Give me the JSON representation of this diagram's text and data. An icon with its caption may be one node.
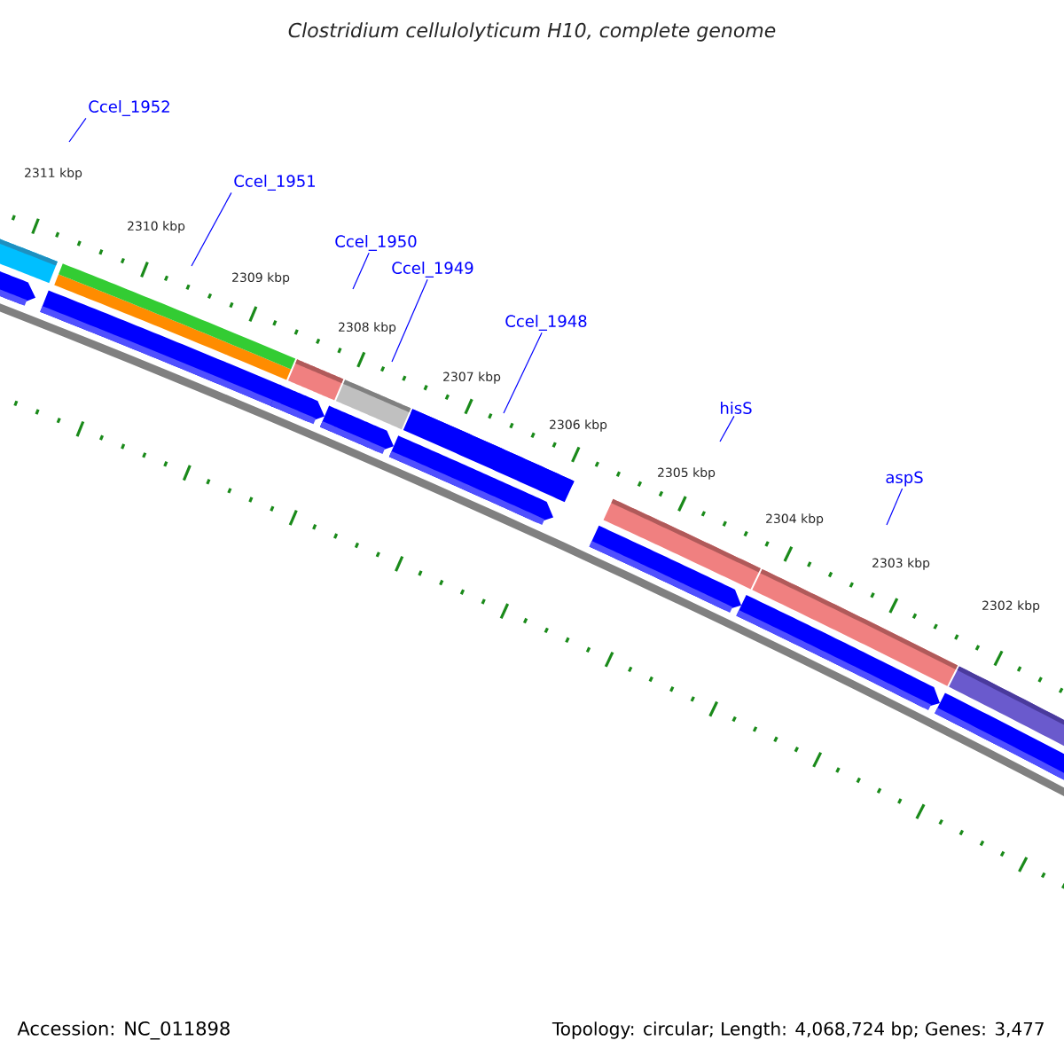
{
  "diagram": {
    "title": "Clostridium cellulolyticum H10, complete genome",
    "nodes": [
      {
        "text": [
          "Ccel_1952"
        ]
      },
      {
        "text": [
          "Ccel_1951"
        ]
      },
      {
        "text": [
          "Ccel_1950"
        ]
      },
      {
        "text": [
          "Ccel_1949"
        ]
      },
      {
        "text": [
          "Ccel_1948"
        ]
      },
      {
        "text": [
          "hisS"
        ]
      },
      {
        "text": [
          "aspS"
        ]
      }
    ],
    "edges": [
      {
        "from": 0,
        "to": null,
        "arrow": "none"
      },
      {
        "from": 1,
        "to": null,
        "arrow": "none"
      },
      {
        "from": 2,
        "to": null,
        "arrow": "none"
      },
      {
        "from": 3,
        "to": null,
        "arrow": "none"
      },
      {
        "from": 4,
        "to": null,
        "arrow": "none"
      },
      {
        "from": 5,
        "to": null,
        "arrow": "none"
      },
      {
        "from": 6,
        "to": null,
        "arrow": "none"
      }
    ],
    "labels": [
      "2311 kbp",
      "2310 kbp",
      "2309 kbp",
      "2308 kbp",
      "2307 kbp",
      "2306 kbp",
      "2305 kbp",
      "2304 kbp",
      "2303 kbp",
      "2302 kbp",
      "Accession: NC_011898",
      "Topology: circular; Length: 4,068,724 bp; Genes: 3,477"
    ]
  }
}
